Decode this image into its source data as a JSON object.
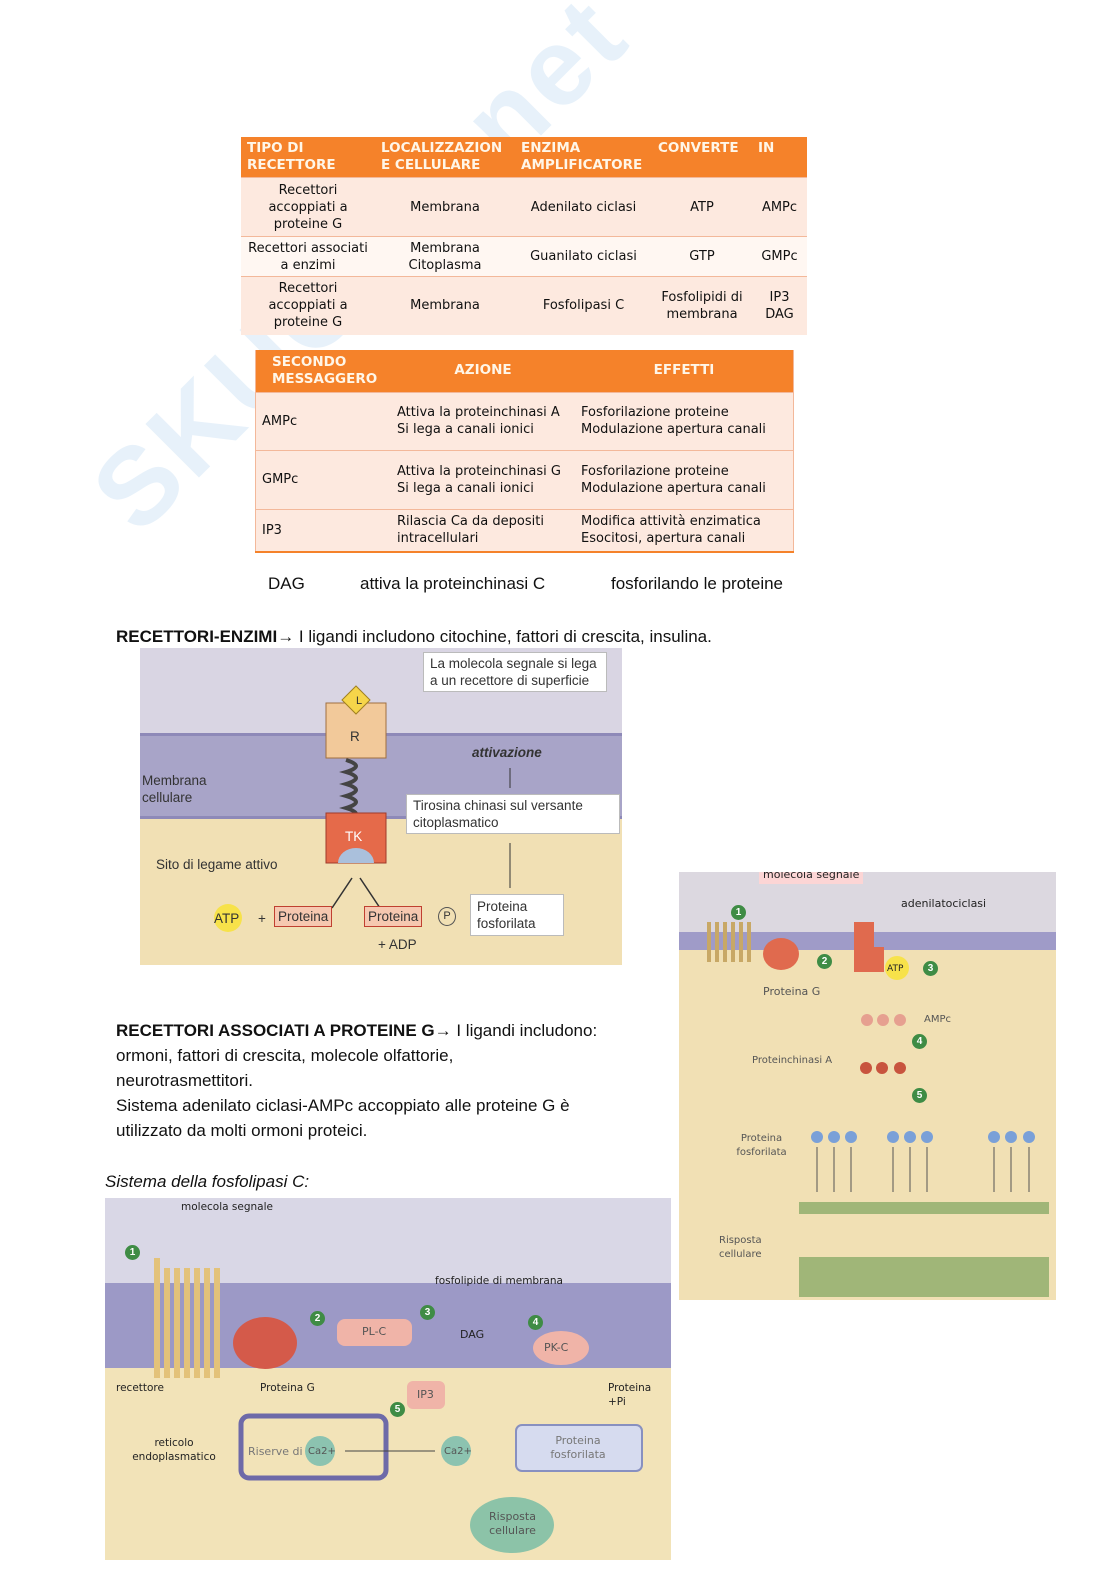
{
  "watermark": "SKUOLA.net",
  "table1": {
    "headers": [
      "TIPO DI RECETTORE",
      "LOCALIZZAZION E CELLULARE",
      "ENZIMA AMPLIFICATORE",
      "CONVERTE",
      "IN"
    ],
    "rows": [
      [
        "Recettori accoppiati a proteine G",
        "Membrana",
        "Adenilato ciclasi",
        "ATP",
        "AMPc"
      ],
      [
        "Recettori associati a enzimi",
        "Membrana Citoplasma",
        "Guanilato ciclasi",
        "GTP",
        "GMPc"
      ],
      [
        "Recettori accoppiati a proteine G",
        "Membrana",
        "Fosfolipasi C",
        "Fosfolipidi di membrana",
        "IP3 DAG"
      ]
    ]
  },
  "table2": {
    "headers": [
      "SECONDO MESSAGGERO",
      "AZIONE",
      "EFFETTI"
    ],
    "rows": [
      [
        "AMPc",
        "Attiva la proteinchinasi A\nSi lega a canali ionici",
        "Fosforilazione proteine\nModulazione apertura canali"
      ],
      [
        "GMPc",
        "Attiva la proteinchinasi G\nSi lega a canali ionici",
        "Fosforilazione proteine\nModulazione apertura canali"
      ],
      [
        "IP3",
        "Rilascia Ca da depositi intracellulari",
        "Modifica attività enzimatica\nEsocitosi, apertura canali"
      ]
    ]
  },
  "dag_row": [
    "DAG",
    "attiva la proteinchinasi C",
    "fosforilando le proteine"
  ],
  "section1": {
    "heading": "RECETTORI-ENZIMI",
    "arrow": "→",
    "text": " I ligandi includono citochine, fattori di crescita, insulina."
  },
  "diagram1": {
    "L": "L",
    "R": "R",
    "TK": "TK",
    "box1": "La molecola segnale si lega a un recettore di superficie",
    "attivazione": "attivazione",
    "box2": "Tirosina chinasi sul versante citoplasmatico",
    "membrana": "Membrana cellulare",
    "sito": "Sito di legame attivo",
    "atp": "ATP",
    "plus": "+",
    "proteina": "Proteina",
    "proteina_p": "Proteina",
    "p": "P",
    "adp": "+ ADP",
    "fosforilata": "Proteina fosforilata"
  },
  "section2": {
    "heading": "RECETTORI ASSOCIATI A PROTEINE G",
    "arrow": "→",
    "lines": [
      " I ligandi includono:",
      "ormoni, fattori di crescita, molecole olfattorie,",
      "neurotrasmettitori.",
      "Sistema adenilato ciclasi-AMPc accoppiato alle proteine G è",
      "utilizzato da molti ormoni proteici."
    ]
  },
  "caption": "Sistema della fosfolipasi C:",
  "diagram2": {
    "molecola": "molecola segnale",
    "adenilatociclasi": "adenilatociclasi",
    "proteina_g": "Proteina G",
    "atp": "ATP",
    "ampc": "AMPc",
    "pka": "Proteinchinasi A",
    "fosforilata": "Proteina fosforilata",
    "risposta": "Risposta cellulare",
    "steps": [
      "1",
      "2",
      "3",
      "4",
      "5"
    ]
  },
  "diagram3": {
    "molecola": "molecola segnale",
    "fosfolipide": "fosfolipide di membrana",
    "plc": "PL-C",
    "dag": "DAG",
    "pkc": "PK-C",
    "ip3": "IP3",
    "recettore": "recettore",
    "proteina_g": "Proteina G",
    "proteina_p": "Proteina +Pi",
    "reticolo": "reticolo endoplasmatico",
    "riserve": "Riserve di",
    "ca": "Ca2+",
    "ca2": "Ca2+",
    "fosforilata": "Proteina fosforilata",
    "risposta": "Risposta cellulare",
    "steps": [
      "1",
      "2",
      "3",
      "4",
      "5"
    ]
  }
}
